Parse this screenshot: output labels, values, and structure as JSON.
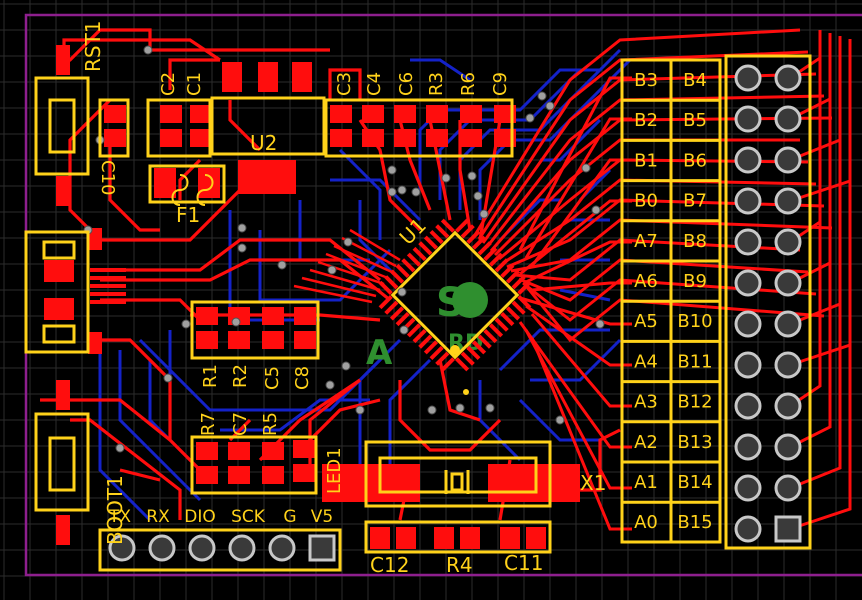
{
  "board": {
    "colors": {
      "background": "#000000",
      "grid": "#2c2c2c",
      "outline": "#8e1f8e",
      "top_copper": "#ff0d0d",
      "bottom_copper": "#1422c8",
      "silkscreen": "#ffd21a",
      "pad_ring": "#c8c8c8",
      "logo": "#2f8f2f"
    },
    "components": {
      "mcu": "U1",
      "regulator": "U2",
      "crystal": "X1",
      "fuse": "F1",
      "led": "LED1",
      "reset_button": "RST1",
      "boot_button": "BOOT1",
      "caps": [
        "C1",
        "C2",
        "C3",
        "C4",
        "C5",
        "C6",
        "C7",
        "C8",
        "C9",
        "C10",
        "C11",
        "C12"
      ],
      "resistors": [
        "R1",
        "R2",
        "R3",
        "R4",
        "R5",
        "R6",
        "R7"
      ]
    },
    "header_bottom_labels": [
      "TX",
      "RX",
      "DIO",
      "SCK",
      "G",
      "V5"
    ],
    "pin_labels_left": [
      "B3",
      "B2",
      "B1",
      "B0",
      "A7",
      "A6",
      "A5",
      "A4",
      "A3",
      "A2",
      "A1",
      "A0"
    ],
    "pin_labels_right": [
      "B4",
      "B5",
      "B6",
      "B7",
      "B8",
      "B9",
      "B10",
      "B11",
      "B12",
      "B13",
      "B14",
      "B15"
    ],
    "logo_fragments": [
      "S",
      "A",
      "RD"
    ]
  }
}
